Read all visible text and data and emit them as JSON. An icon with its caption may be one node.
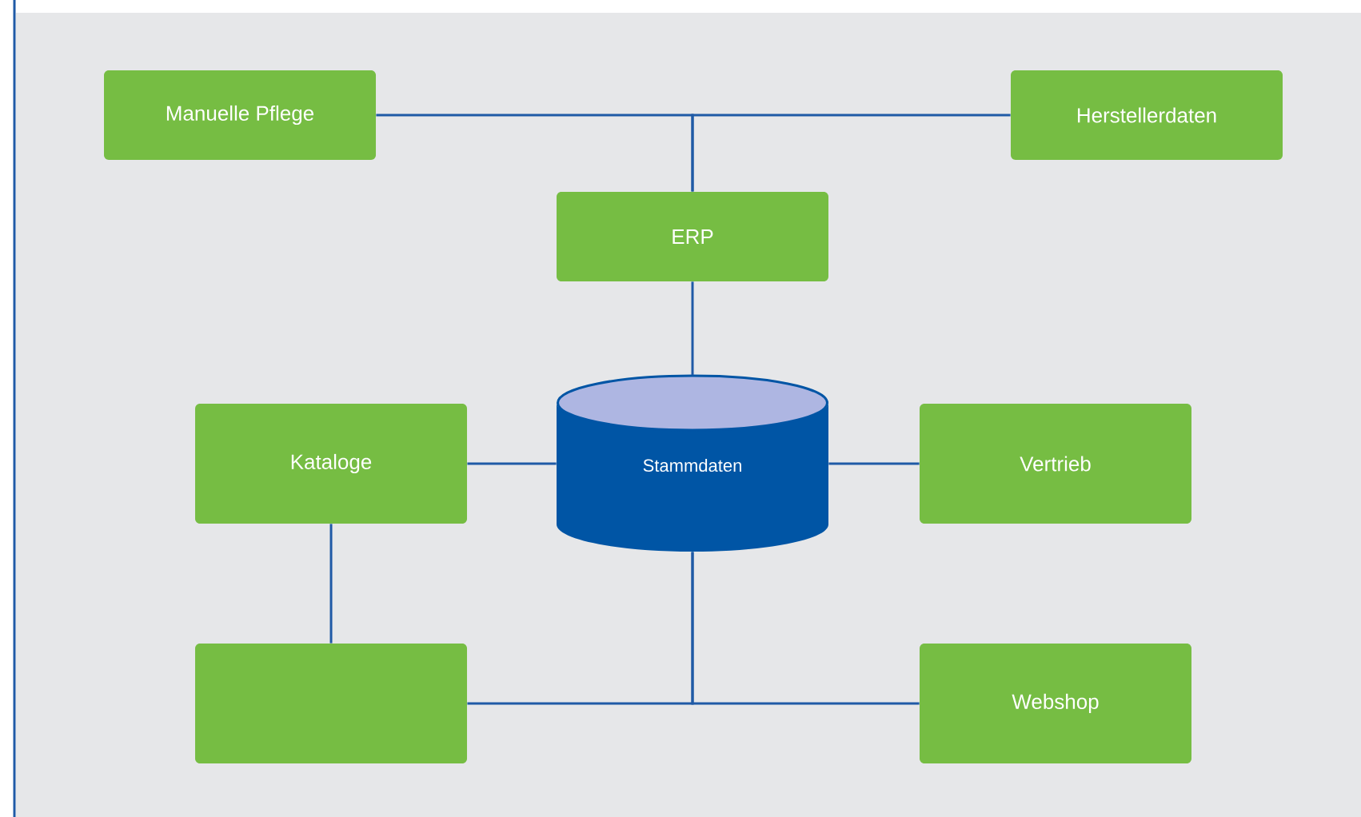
{
  "diagram": {
    "nodes": [
      {
        "text": [
          "Manuelle Pflege"
        ]
      },
      {
        "text": [
          "Herstellerdaten"
        ]
      },
      {
        "text": [
          "ERP"
        ]
      },
      {
        "text": [
          "Stammdaten"
        ]
      },
      {
        "text": [
          "Kataloge"
        ]
      },
      {
        "text": [
          "Vertrieb"
        ]
      },
      {
        "text": [],
        "shape": "box"
      },
      {
        "text": [
          "Webshop"
        ]
      }
    ],
    "edges": [
      {
        "from": 2,
        "to": 0,
        "arrow": "none"
      },
      {
        "from": 2,
        "to": 1,
        "arrow": "none"
      },
      {
        "from": 2,
        "to": 3,
        "arrow": "none"
      },
      {
        "from": 4,
        "to": 3,
        "arrow": "none"
      },
      {
        "from": 3,
        "to": 5,
        "arrow": "none"
      },
      {
        "from": 4,
        "to": 6,
        "arrow": "none"
      },
      {
        "from": 3,
        "to": 6,
        "arrow": "none"
      },
      {
        "from": 3,
        "to": 7,
        "arrow": "none"
      }
    ]
  }
}
